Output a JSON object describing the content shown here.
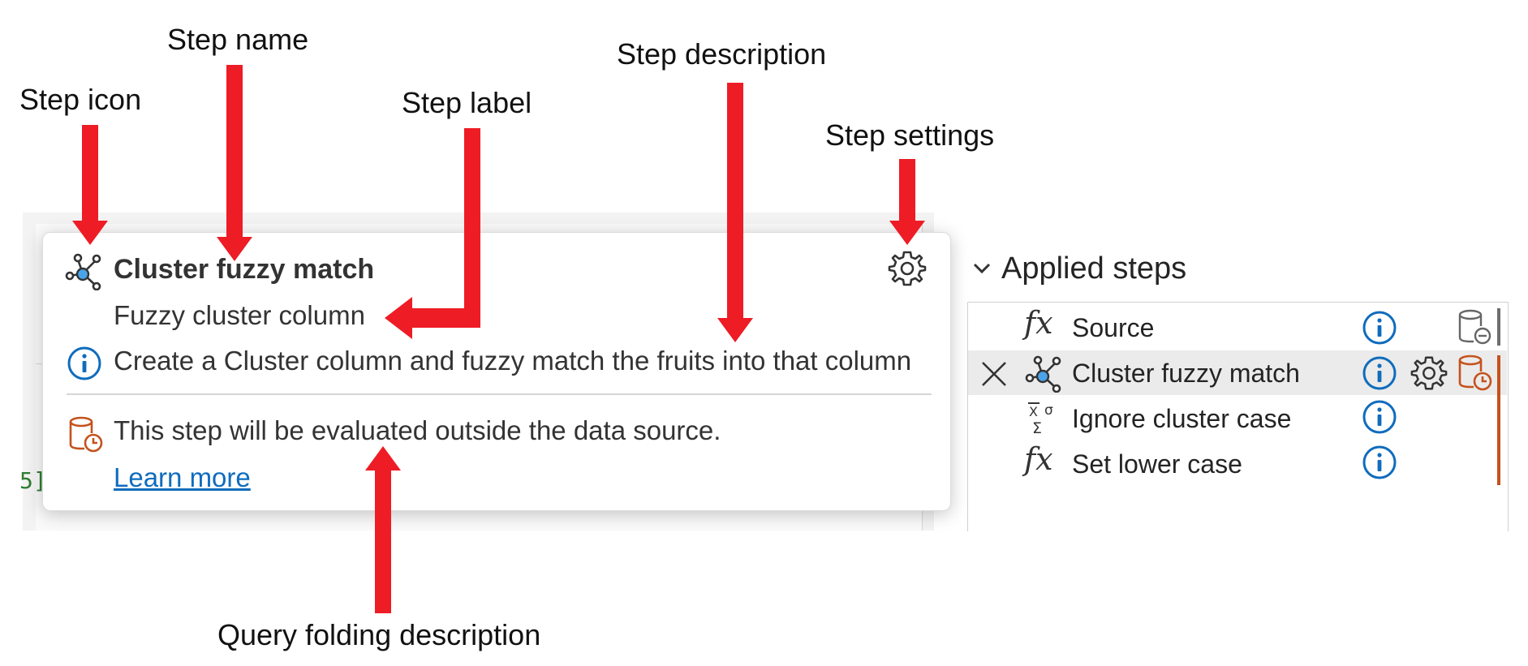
{
  "callouts": {
    "step_icon": "Step icon",
    "step_name": "Step name",
    "step_label": "Step label",
    "step_description": "Step description",
    "step_settings": "Step settings",
    "query_folding": "Query folding description"
  },
  "editor": {
    "fragment": "5]"
  },
  "flyout": {
    "title": "Cluster fuzzy match",
    "label": "Fuzzy cluster column",
    "description": "Create a Cluster column and fuzzy match the fruits into that column",
    "folding_text": "This step will be evaluated outside the data source.",
    "learn_more": "Learn more"
  },
  "applied_steps": {
    "header": "Applied steps",
    "steps": [
      {
        "name": "Source",
        "icon": "fx-icon",
        "fold_icon": "data-source-icon"
      },
      {
        "name": "Cluster fuzzy match",
        "icon": "cluster-icon",
        "fold_icon": "not-folded-icon"
      },
      {
        "name": "Ignore cluster case",
        "icon": "statistics-icon"
      },
      {
        "name": "Set lower case",
        "icon": "fx-icon"
      }
    ]
  },
  "colors": {
    "arrow": "#ee1c25",
    "info": "#0f6cbd",
    "folding_orange": "#c4521c",
    "link": "#0f6cbd"
  }
}
